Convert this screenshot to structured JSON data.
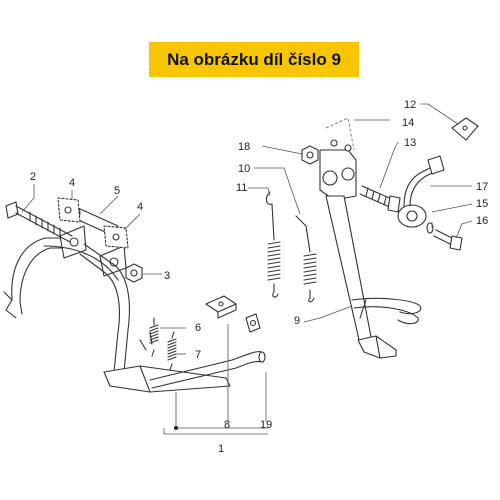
{
  "banner": {
    "text": "Na obrázku díl číslo 9"
  },
  "labels": {
    "l1": "1",
    "l2": "2",
    "l3": "3",
    "l4a": "4",
    "l4b": "4",
    "l5": "5",
    "l6": "6",
    "l7": "7",
    "l8": "8",
    "l9": "9",
    "l10": "10",
    "l11": "11",
    "l12": "12",
    "l13": "13",
    "l14": "14",
    "l15": "15",
    "l16": "16",
    "l17": "17",
    "l18": "18",
    "l19": "19"
  }
}
